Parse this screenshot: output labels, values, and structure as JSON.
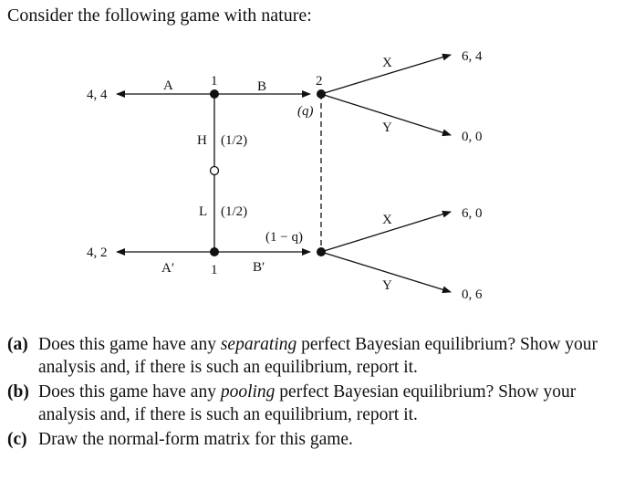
{
  "intro": "Consider the following game with nature:",
  "tree": {
    "player1_top": "1",
    "player1_bottom": "1",
    "player2": "2",
    "nature_top_label": "H",
    "nature_top_prob": "(1/2)",
    "nature_bottom_label": "L",
    "nature_bottom_prob": "(1/2)",
    "action_A": "A",
    "action_B": "B",
    "action_A_prime": "A′",
    "action_B_prime": "B′",
    "belief_top": "(q)",
    "belief_bottom": "(1 − q)",
    "action_X_top": "X",
    "action_Y_top": "Y",
    "action_X_bottom": "X",
    "action_Y_bottom": "Y",
    "payoff_A": "4, 4",
    "payoff_A_prime": "4, 2",
    "payoff_BX": "6, 4",
    "payoff_BY": "0, 0",
    "payoff_BpX": "6, 0",
    "payoff_BpY": "0, 6"
  },
  "questions": [
    {
      "tag": "(a)",
      "pre": "Does this game have any ",
      "em": "separating",
      "post": " perfect Bayesian equilibrium? Show your analysis and, if there is such an equilibrium, report it."
    },
    {
      "tag": "(b)",
      "pre": "Does this game have any ",
      "em": "pooling",
      "post": " perfect Bayesian equilibrium? Show your analysis and, if there is such an equilibrium, report it."
    },
    {
      "tag": "(c)",
      "pre": "Draw the normal-form matrix for this game.",
      "em": "",
      "post": ""
    }
  ]
}
